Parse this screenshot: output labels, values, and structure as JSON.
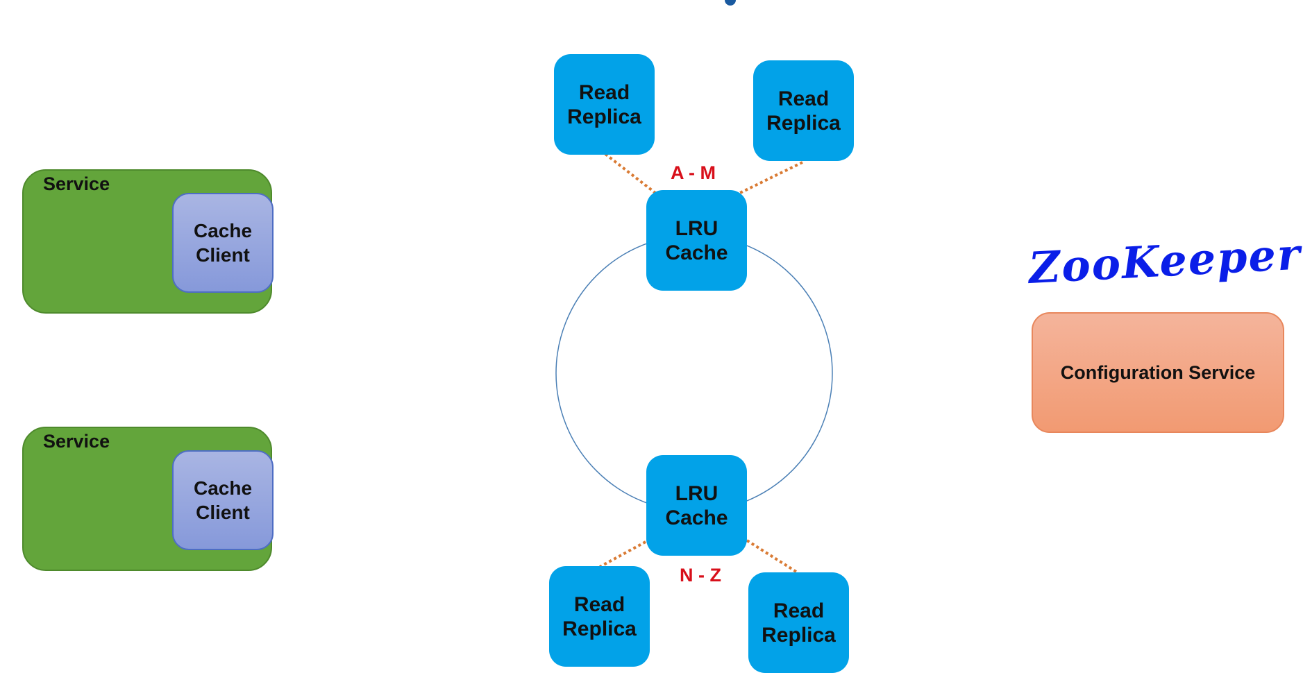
{
  "services": [
    {
      "label": "Service",
      "client_line1": "Cache",
      "client_line2": "Client"
    },
    {
      "label": "Service",
      "client_line1": "Cache",
      "client_line2": "Client"
    }
  ],
  "caches": [
    {
      "line1": "LRU",
      "line2": "Cache",
      "range": "A - M"
    },
    {
      "line1": "LRU",
      "line2": "Cache",
      "range": "N - Z"
    }
  ],
  "replicas": [
    {
      "line1": "Read",
      "line2": "Replica"
    },
    {
      "line1": "Read",
      "line2": "Replica"
    },
    {
      "line1": "Read",
      "line2": "Replica"
    },
    {
      "line1": "Read",
      "line2": "Replica"
    }
  ],
  "config": {
    "label": "Configuration Service",
    "handwritten_note": "ZooKeeper"
  },
  "colors": {
    "node": "#02a2e8",
    "service": "#63a53b",
    "client": "#8699da",
    "config": "#f29a72",
    "range_text": "#d80f1a",
    "link": "#d97a33",
    "ring": "#4a7fb5",
    "handwriting": "#0a1ee8"
  }
}
